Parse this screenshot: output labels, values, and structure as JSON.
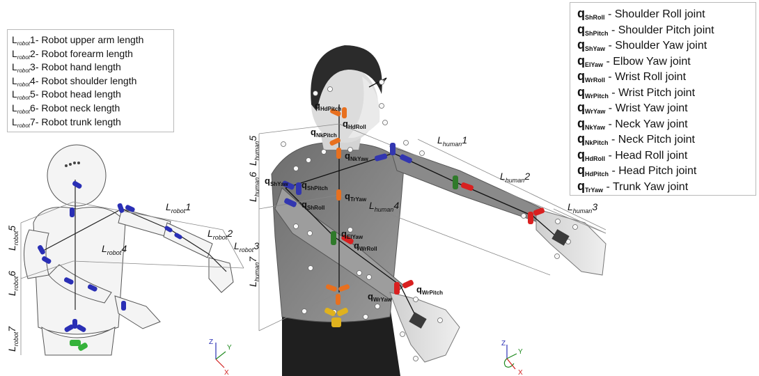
{
  "robot_legend": [
    {
      "sym": "L",
      "sub": "robot",
      "num": "1",
      "desc": "- Robot upper arm length"
    },
    {
      "sym": "L",
      "sub": "robot",
      "num": "2",
      "desc": "- Robot forearm length"
    },
    {
      "sym": "L",
      "sub": "robot",
      "num": "3",
      "desc": "- Robot hand length"
    },
    {
      "sym": "L",
      "sub": "robot",
      "num": "4",
      "desc": "- Robot shoulder length"
    },
    {
      "sym": "L",
      "sub": "robot",
      "num": "5",
      "desc": "- Robot head length"
    },
    {
      "sym": "L",
      "sub": "robot",
      "num": "6",
      "desc": "- Robot neck length"
    },
    {
      "sym": "L",
      "sub": "robot",
      "num": "7",
      "desc": "- Robot trunk length"
    }
  ],
  "joint_legend": [
    {
      "sym": "q",
      "sub": "ShRoll",
      "desc": " - Shoulder Roll joint"
    },
    {
      "sym": "q",
      "sub": "ShPitch",
      "desc": " - Shoulder Pitch joint"
    },
    {
      "sym": "q",
      "sub": "ShYaw",
      "desc": " - Shoulder Yaw joint"
    },
    {
      "sym": "q",
      "sub": "ElYaw",
      "desc": " - Elbow Yaw joint"
    },
    {
      "sym": "q",
      "sub": "WrRoll",
      "desc": " - Wrist Roll joint"
    },
    {
      "sym": "q",
      "sub": "WrPitch",
      "desc": " - Wrist Pitch joint"
    },
    {
      "sym": "q",
      "sub": "WrYaw",
      "desc": " - Wrist Yaw joint"
    },
    {
      "sym": "q",
      "sub": "NkYaw",
      "desc": " - Neck Yaw joint"
    },
    {
      "sym": "q",
      "sub": "NkPitch",
      "desc": " - Neck Pitch joint"
    },
    {
      "sym": "q",
      "sub": "HdRoll",
      "desc": " - Head Roll joint"
    },
    {
      "sym": "q",
      "sub": "HdPitch",
      "desc": " - Head Pitch joint"
    },
    {
      "sym": "q",
      "sub": "TrYaw",
      "desc": " - Trunk Yaw joint"
    }
  ],
  "robot_labels": {
    "l1": {
      "sym": "L",
      "sub": "robot",
      "num": "1"
    },
    "l2": {
      "sym": "L",
      "sub": "robot",
      "num": "2"
    },
    "l3": {
      "sym": "L",
      "sub": "robot",
      "num": "3"
    },
    "l4": {
      "sym": "L",
      "sub": "robot",
      "num": "4"
    },
    "l5": {
      "sym": "L",
      "sub": "robot",
      "num": "5"
    },
    "l6": {
      "sym": "L",
      "sub": "robot",
      "num": "6"
    },
    "l7": {
      "sym": "L",
      "sub": "robot",
      "num": "7"
    }
  },
  "human_labels": {
    "l1": {
      "sym": "L",
      "sub": "human",
      "num": "1"
    },
    "l2": {
      "sym": "L",
      "sub": "human",
      "num": "2"
    },
    "l3": {
      "sym": "L",
      "sub": "human",
      "num": "3"
    },
    "l4": {
      "sym": "L",
      "sub": "human",
      "num": "4"
    },
    "l5": {
      "sym": "L",
      "sub": "human",
      "num": "5"
    },
    "l6": {
      "sym": "L",
      "sub": "human",
      "num": "6"
    },
    "l7": {
      "sym": "L",
      "sub": "human",
      "num": "7"
    }
  },
  "joint_labels": {
    "hd_pitch": {
      "sym": "q",
      "sub": "HdPitch"
    },
    "hd_roll": {
      "sym": "q",
      "sub": "HdRoll"
    },
    "nk_pitch": {
      "sym": "q",
      "sub": "NkPitch"
    },
    "nk_yaw": {
      "sym": "q",
      "sub": "NkYaw"
    },
    "sh_yaw": {
      "sym": "q",
      "sub": "ShYaw"
    },
    "sh_pitch": {
      "sym": "q",
      "sub": "ShPitch"
    },
    "sh_roll": {
      "sym": "q",
      "sub": "ShRoll"
    },
    "tr_yaw": {
      "sym": "q",
      "sub": "TrYaw"
    },
    "el_yaw": {
      "sym": "q",
      "sub": "ElYaw"
    },
    "wr_roll": {
      "sym": "q",
      "sub": "WrRoll"
    },
    "wr_yaw": {
      "sym": "q",
      "sub": "WrYaw"
    },
    "wr_pitch": {
      "sym": "q",
      "sub": "WrPitch"
    }
  },
  "axes": {
    "z": "Z",
    "y": "Y",
    "x": "X"
  },
  "colors": {
    "robot_joint": "#2a2fb5",
    "human_joint_arm": "#3236b0",
    "head_neck_joint": "#e8701f",
    "elbow_joint": "#2f7a2a",
    "wrist_joint": "#d92020",
    "trunk_base_joint": "#e0b21e",
    "robot_base_joint": "#35b23a",
    "axis_z": "#2a2fb5",
    "axis_y": "#1f8a1f",
    "axis_x": "#d02020"
  }
}
